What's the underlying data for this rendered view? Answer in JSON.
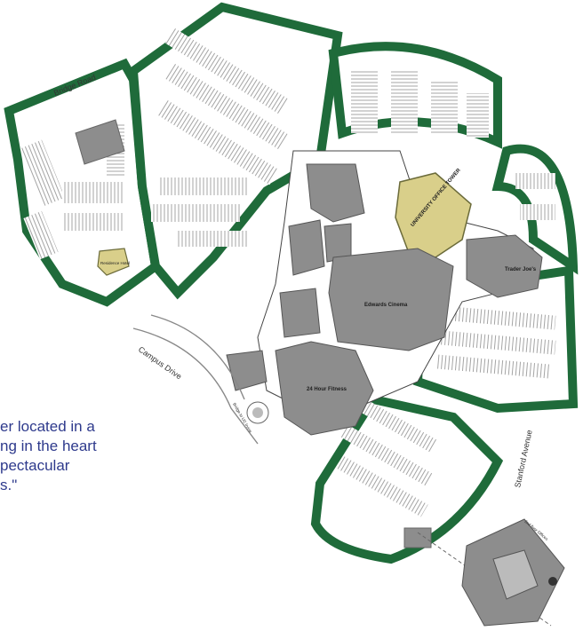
{
  "colors": {
    "green": "#1f6b3a",
    "building": "#8d8d8d",
    "tower": "#d9cf8a",
    "hotel": "#d9cf8a",
    "quote_text": "#2e3a8c",
    "parking_line": "#9a9a9a"
  },
  "roads": {
    "bridge_road": "Bridge Road",
    "campus_drive": "Campus Drive",
    "stanford_avenue": "Stanford Avenue",
    "bridge_to_uc_irvine": "Bridge to UC Irvine"
  },
  "buildings": {
    "tower": "UNIVERSITY OFFICE TOWER",
    "trader_joes": "Trader Joe's",
    "edwards": "Edwards Cinema",
    "fitness": "24 Hour Fitness",
    "offices": "2nd floor Offices",
    "hotel": "Residence Hotel"
  },
  "quote": {
    "line1": "er located in a",
    "line2": "ng in the heart",
    "line3": "pectacular",
    "line4": "s.\""
  }
}
